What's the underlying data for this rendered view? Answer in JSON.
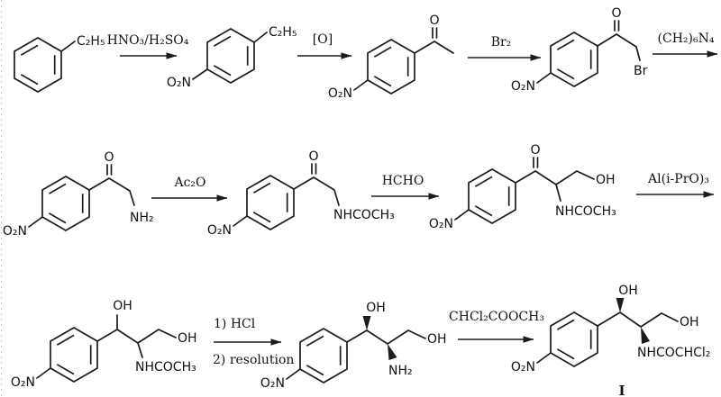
{
  "figure": {
    "background": "#ffffff",
    "ink": "#1c1c1c"
  },
  "row1": {
    "ethylbenzene": {
      "substituent": "C₂H₅"
    },
    "arrow_nitration": {
      "reagent": "HNO₃/H₂SO₄"
    },
    "nitroethylbenzene": {
      "substituent": "C₂H₅",
      "nitro": "O₂N"
    },
    "arrow_oxidation": {
      "reagent": "[O]"
    },
    "nitroacetophenone": {
      "carbonyl": "O",
      "nitro": "O₂N"
    },
    "arrow_bromination": {
      "reagent": "Br₂"
    },
    "bromoketone": {
      "carbonyl": "O",
      "bromo": "Br",
      "nitro": "O₂N"
    },
    "arrow_hexamine": {
      "reagent": "(CH₂)₆N₄"
    }
  },
  "row2": {
    "aminoketone": {
      "carbonyl": "O",
      "amine": "NH₂",
      "nitro": "O₂N"
    },
    "arrow_acetylation": {
      "reagent": "Ac₂O"
    },
    "acetamidoketone": {
      "carbonyl": "O",
      "amide": "NHCOCH₃",
      "nitro": "O₂N"
    },
    "arrow_aldol": {
      "reagent": "HCHO"
    },
    "hydroxymethylketone": {
      "carbonyl": "O",
      "hydroxyl": "OH",
      "amide": "NHCOCH₃",
      "nitro": "O₂N"
    },
    "arrow_reduction": {
      "reagent": "Al(i-PrO)₃"
    }
  },
  "row3": {
    "acetamidodiol": {
      "hydroxyl_top": "OH",
      "hydroxyl_right": "OH",
      "amide": "NHCOCH₃",
      "nitro": "O₂N"
    },
    "arrow_hydrolysis": {
      "step1": "1) HCl",
      "step2": "2) resolution"
    },
    "aminodiol": {
      "hydroxyl_top": "OH",
      "hydroxyl_right": "OH",
      "amine": "NH₂",
      "nitro": "O₂N"
    },
    "arrow_acylation": {
      "reagent": "CHCl₂COOCH₃"
    },
    "chloramphenicol": {
      "hydroxyl_top": "OH",
      "hydroxyl_right": "OH",
      "amide": "NHCOCHCl₂",
      "nitro": "O₂N",
      "compound_number": "I"
    }
  }
}
